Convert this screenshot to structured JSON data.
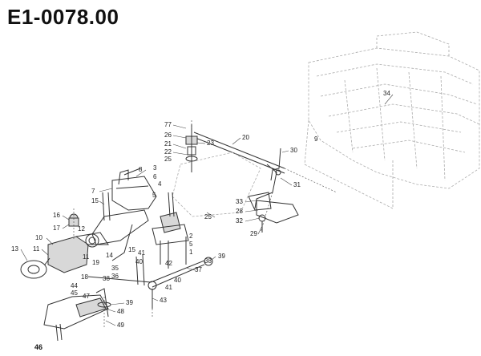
{
  "header": {
    "title": "E1-0078.00"
  },
  "callouts": [
    {
      "id": "c77",
      "label": "77"
    },
    {
      "id": "c26",
      "label": "26"
    },
    {
      "id": "c21",
      "label": "21"
    },
    {
      "id": "c22",
      "label": "22"
    },
    {
      "id": "c23",
      "label": "23"
    },
    {
      "id": "c25a",
      "label": "25"
    },
    {
      "id": "c20",
      "label": "20"
    },
    {
      "id": "c30",
      "label": "30"
    },
    {
      "id": "c31",
      "label": "31"
    },
    {
      "id": "c34",
      "label": "34"
    },
    {
      "id": "c9a",
      "label": "9"
    },
    {
      "id": "c8",
      "label": "8"
    },
    {
      "id": "c7",
      "label": "7"
    },
    {
      "id": "c15a",
      "label": "15"
    },
    {
      "id": "c5a",
      "label": "5"
    },
    {
      "id": "c6",
      "label": "6"
    },
    {
      "id": "c3",
      "label": "3"
    },
    {
      "id": "c4",
      "label": "4"
    },
    {
      "id": "c16",
      "label": "16"
    },
    {
      "id": "c17",
      "label": "17"
    },
    {
      "id": "c12",
      "label": "12"
    },
    {
      "id": "c10",
      "label": "10"
    },
    {
      "id": "c13",
      "label": "13"
    },
    {
      "id": "c11a",
      "label": "11"
    },
    {
      "id": "c14",
      "label": "14"
    },
    {
      "id": "c19",
      "label": "19"
    },
    {
      "id": "c11b",
      "label": "11"
    },
    {
      "id": "c35",
      "label": "35"
    },
    {
      "id": "c15b",
      "label": "15"
    },
    {
      "id": "c18",
      "label": "18"
    },
    {
      "id": "c25b",
      "label": "25"
    },
    {
      "id": "c33",
      "label": "33"
    },
    {
      "id": "c28",
      "label": "28"
    },
    {
      "id": "c32",
      "label": "32"
    },
    {
      "id": "c29",
      "label": "29"
    },
    {
      "id": "c2",
      "label": "2"
    },
    {
      "id": "c5b",
      "label": "5"
    },
    {
      "id": "c1",
      "label": "1"
    },
    {
      "id": "c41a",
      "label": "41"
    },
    {
      "id": "c40a",
      "label": "40"
    },
    {
      "id": "c42",
      "label": "42"
    },
    {
      "id": "c38a",
      "label": "38"
    },
    {
      "id": "c39a",
      "label": "39"
    },
    {
      "id": "c37",
      "label": "37"
    },
    {
      "id": "c40b",
      "label": "40"
    },
    {
      "id": "c41b",
      "label": "41"
    },
    {
      "id": "c36",
      "label": "36"
    },
    {
      "id": "c38b",
      "label": "38"
    },
    {
      "id": "c43",
      "label": "43"
    },
    {
      "id": "c44",
      "label": "44"
    },
    {
      "id": "c45",
      "label": "45"
    },
    {
      "id": "c47",
      "label": "47"
    },
    {
      "id": "c39b",
      "label": "39"
    },
    {
      "id": "c48",
      "label": "48"
    },
    {
      "id": "c49",
      "label": "49"
    },
    {
      "id": "c46",
      "label": "46"
    }
  ]
}
